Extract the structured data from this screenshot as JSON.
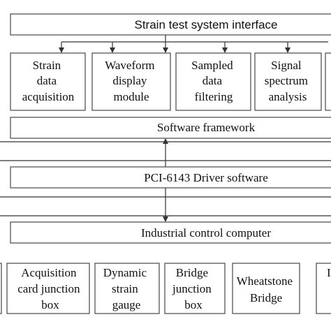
{
  "top": {
    "title": "Strain test system interface"
  },
  "modules": [
    {
      "lines": [
        "Strain",
        "data",
        "acquisition"
      ]
    },
    {
      "lines": [
        "Waveform",
        "display",
        "module"
      ]
    },
    {
      "lines": [
        "Sampled",
        "data",
        "filtering"
      ]
    },
    {
      "lines": [
        "Signal",
        "spectrum",
        "analysis"
      ]
    }
  ],
  "framework": {
    "label": "Software framework"
  },
  "driver": {
    "label": "PCI-6143 Driver software"
  },
  "computer": {
    "label": "Industrial control computer"
  },
  "hardware": [
    {
      "lines": [
        "Acquisition",
        "card junction",
        "box"
      ]
    },
    {
      "lines": [
        "Dynamic",
        "strain",
        "gauge"
      ]
    },
    {
      "lines": [
        "Bridge",
        "junction",
        "box"
      ]
    },
    {
      "lines": [
        "Wheatstone",
        "Bridge"
      ]
    },
    {
      "lines": [
        "I"
      ]
    }
  ]
}
